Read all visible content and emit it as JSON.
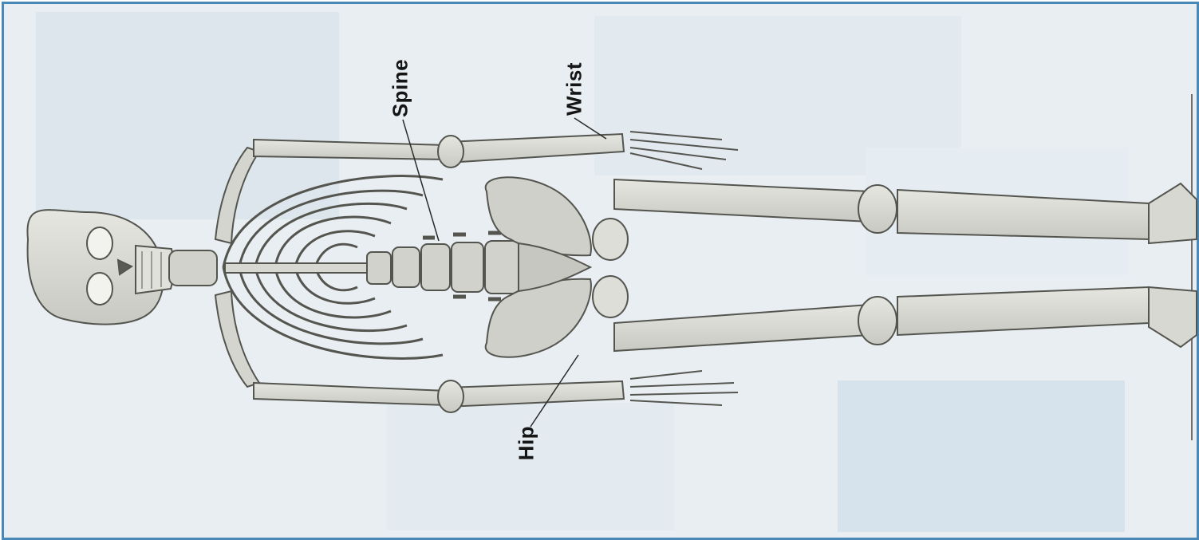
{
  "diagram": {
    "labels": {
      "spine": "Spine",
      "wrist": "Wrist",
      "hip": "Hip"
    },
    "colors": {
      "frame": "#4a88b8",
      "background": "#e9eef2",
      "bone_fill": "#d7d7d2",
      "bone_stroke": "#5c5c58",
      "label_text": "#151515"
    }
  }
}
